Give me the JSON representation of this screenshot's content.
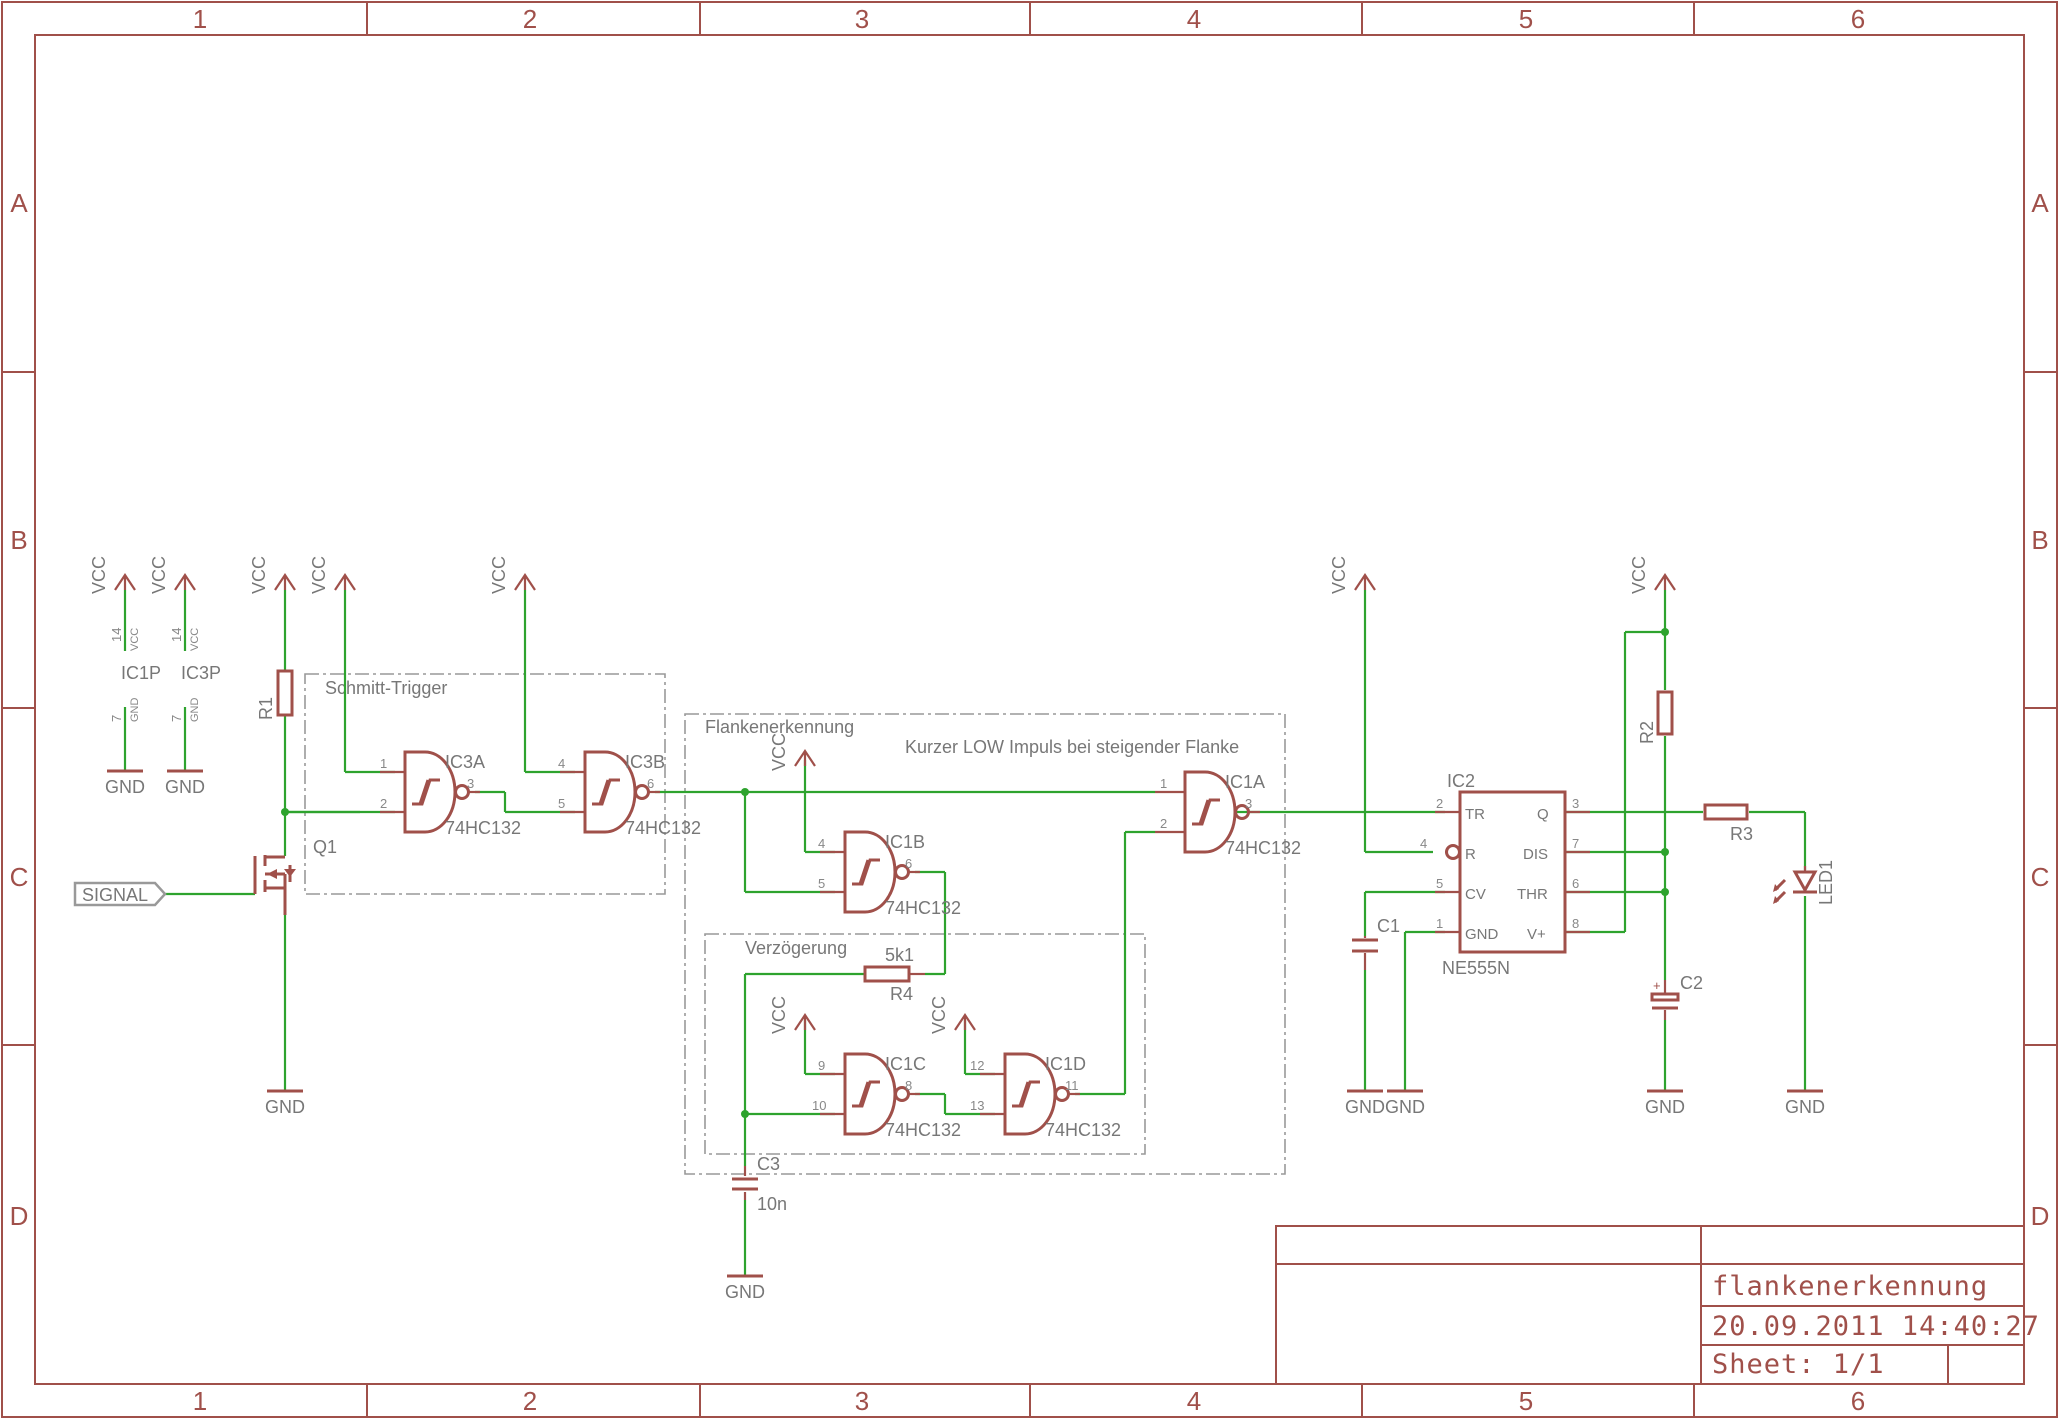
{
  "frame": {
    "columns": [
      "1",
      "2",
      "3",
      "4",
      "5",
      "6"
    ],
    "rows": [
      "A",
      "B",
      "C",
      "D"
    ]
  },
  "title_block": {
    "name": "flankenerkennung",
    "datetime": "20.09.2011 14:40:27",
    "sheet": "Sheet: 1/1"
  },
  "groups": {
    "schmitt": "Schmitt-Trigger",
    "flanken": "Flankenerkennung",
    "note": "Kurzer LOW Impuls bei steigender Flanke",
    "verz": "Verzögerung"
  },
  "supply": {
    "vcc": "VCC",
    "gnd": "GND"
  },
  "signal_port": "SIGNAL",
  "components": {
    "ic1p": "IC1P",
    "ic3p": "IC3P",
    "r1": "R1",
    "q1": "Q1",
    "ic3a": "IC3A",
    "ic3b": "IC3B",
    "ic1a": "IC1A",
    "ic1b": "IC1B",
    "ic1c": "IC1C",
    "ic1d": "IC1D",
    "gate_value": "74HC132",
    "r4": "R4",
    "r4_value": "5k1",
    "c3": "C3",
    "c3_value": "10n",
    "ic2": "IC2",
    "ic2_value": "NE555N",
    "c1": "C1",
    "r2": "R2",
    "c2": "C2",
    "r3": "R3",
    "led1": "LED1"
  },
  "ne555_pins": {
    "tr": "TR",
    "r": "R",
    "cv": "CV",
    "gnd": "GND",
    "q": "Q",
    "dis": "DIS",
    "thr": "THR",
    "vplus": "V+"
  },
  "pin_numbers": {
    "p1": "1",
    "p2": "2",
    "p3": "3",
    "p4": "4",
    "p5": "5",
    "p6": "6",
    "p7": "7",
    "p8": "8",
    "p9": "9",
    "p10": "10",
    "p11": "11",
    "p12": "12",
    "p13": "13",
    "p14": "14"
  },
  "colors": {
    "frame": "#a0504a",
    "wire": "#2ea32e",
    "text": "#777777",
    "group_box": "#999999"
  }
}
